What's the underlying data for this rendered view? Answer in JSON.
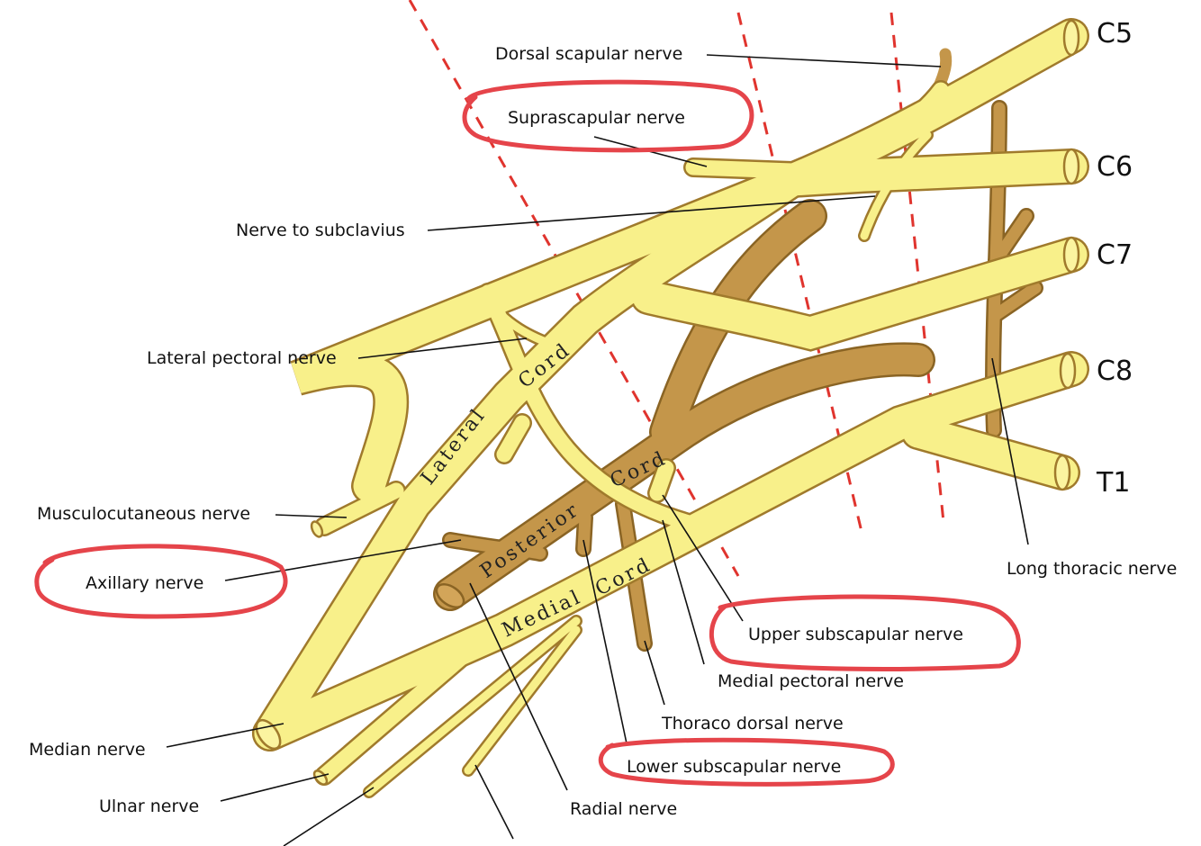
{
  "roots": [
    "C5",
    "C6",
    "C7",
    "C8",
    "T1"
  ],
  "cords": {
    "lateral": "Lateral",
    "lateral_cord": "Cord",
    "posterior": "Posterior",
    "posterior_cord": "Cord",
    "medial": "Medial",
    "medial_cord": "Cord"
  },
  "labels": {
    "dorsal_scapular": "Dorsal scapular nerve",
    "suprascapular": "Suprascapular nerve",
    "nerve_to_subclavius": "Nerve to subclavius",
    "lateral_pectoral": "Lateral pectoral nerve",
    "musculocutaneous": "Musculocutaneous nerve",
    "axillary": "Axillary nerve",
    "median": "Median nerve",
    "ulnar": "Ulnar nerve",
    "radial": "Radial nerve",
    "lower_subscapular": "Lower subscapular nerve",
    "thoraco_dorsal": "Thoraco dorsal nerve",
    "medial_pectoral": "Medial pectoral nerve",
    "upper_subscapular": "Upper subscapular nerve",
    "long_thoracic": "Long thoracic nerve"
  },
  "colors": {
    "nerve_fill": "#f8f08a",
    "posterior_fill": "#c4964a",
    "outline": "#a07a2c",
    "guide_lines": "#e0342e",
    "highlight": "#e5444a"
  },
  "highlighted": [
    "Suprascapular nerve",
    "Axillary nerve",
    "Upper subscapular nerve",
    "Lower subscapular nerve"
  ]
}
